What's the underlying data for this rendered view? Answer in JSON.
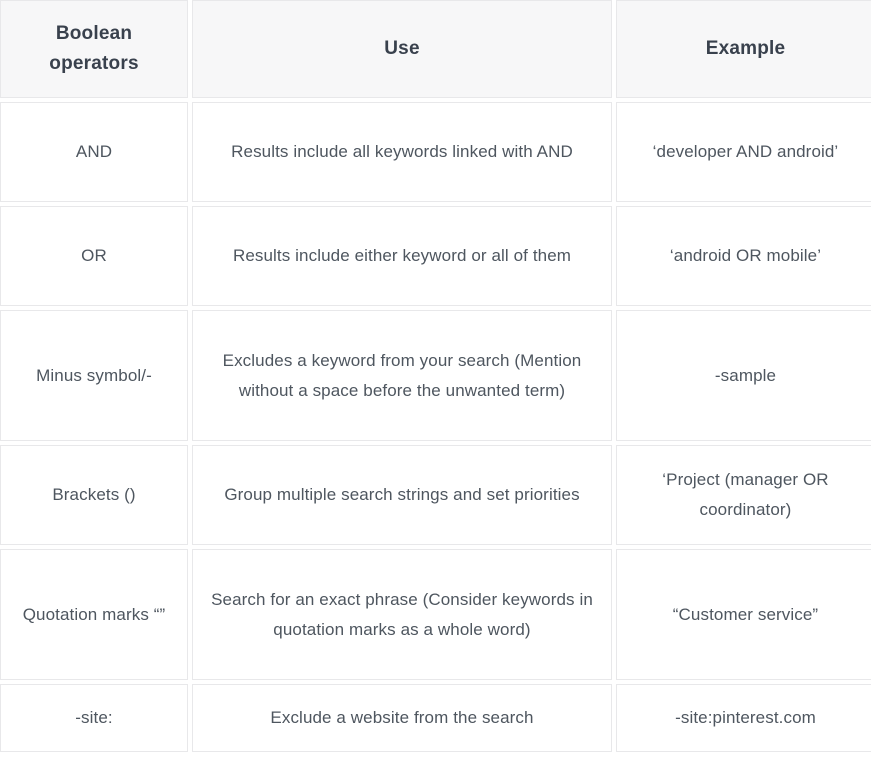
{
  "table": {
    "headers": {
      "operator": "Boolean operators",
      "use": "Use",
      "example": "Example"
    },
    "rows": [
      {
        "operator": "AND",
        "use": "Results include all keywords linked with AND",
        "example": "‘developer AND android’"
      },
      {
        "operator": "OR",
        "use": "Results include either keyword or all of them",
        "example": "‘android OR mobile’"
      },
      {
        "operator": "Minus symbol/-",
        "use": "Excludes a keyword from your search (Mention without a space before the unwanted term)",
        "example": "-sample"
      },
      {
        "operator": "Brackets ()",
        "use": "Group multiple search strings and set priorities",
        "example": "‘Project (manager OR coordinator)"
      },
      {
        "operator": "Quotation marks “”",
        "use": "Search for an exact phrase (Consider keywords in quotation marks as a whole word)",
        "example": "“Customer service”"
      },
      {
        "operator": "-site:",
        "use": "Exclude a website from the search",
        "example": "-site:pinterest.com"
      }
    ],
    "colors": {
      "header_background": "#f7f7f8",
      "cell_border": "#e8e8ea",
      "header_text": "#39414d",
      "body_text": "#4e565f"
    }
  }
}
